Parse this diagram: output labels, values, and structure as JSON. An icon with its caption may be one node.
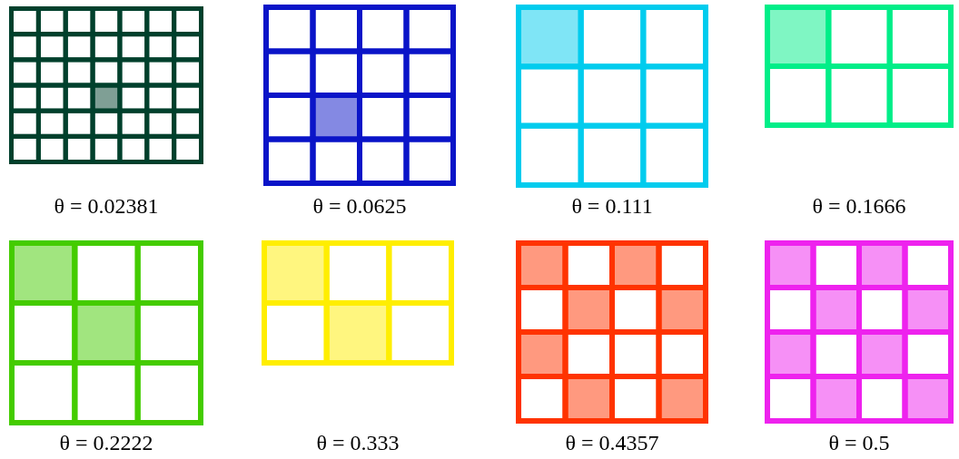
{
  "diagram": {
    "nodes": [
      {
        "text": [],
        "shape": "grid"
      },
      {
        "text": [],
        "shape": "grid"
      },
      {
        "text": [],
        "shape": "grid"
      },
      {
        "text": [],
        "shape": "grid"
      },
      {
        "text": [],
        "shape": "grid"
      },
      {
        "text": [],
        "shape": "grid"
      },
      {
        "text": [],
        "shape": "grid"
      },
      {
        "text": [],
        "shape": "grid"
      }
    ],
    "labels": [
      "θ = 0.02381",
      "θ = 0.0625",
      "θ = 0.111",
      "θ = 0.1666",
      "θ = 0.2222",
      "θ = 0.333",
      "θ = 0.4357",
      "θ = 0.5"
    ]
  }
}
